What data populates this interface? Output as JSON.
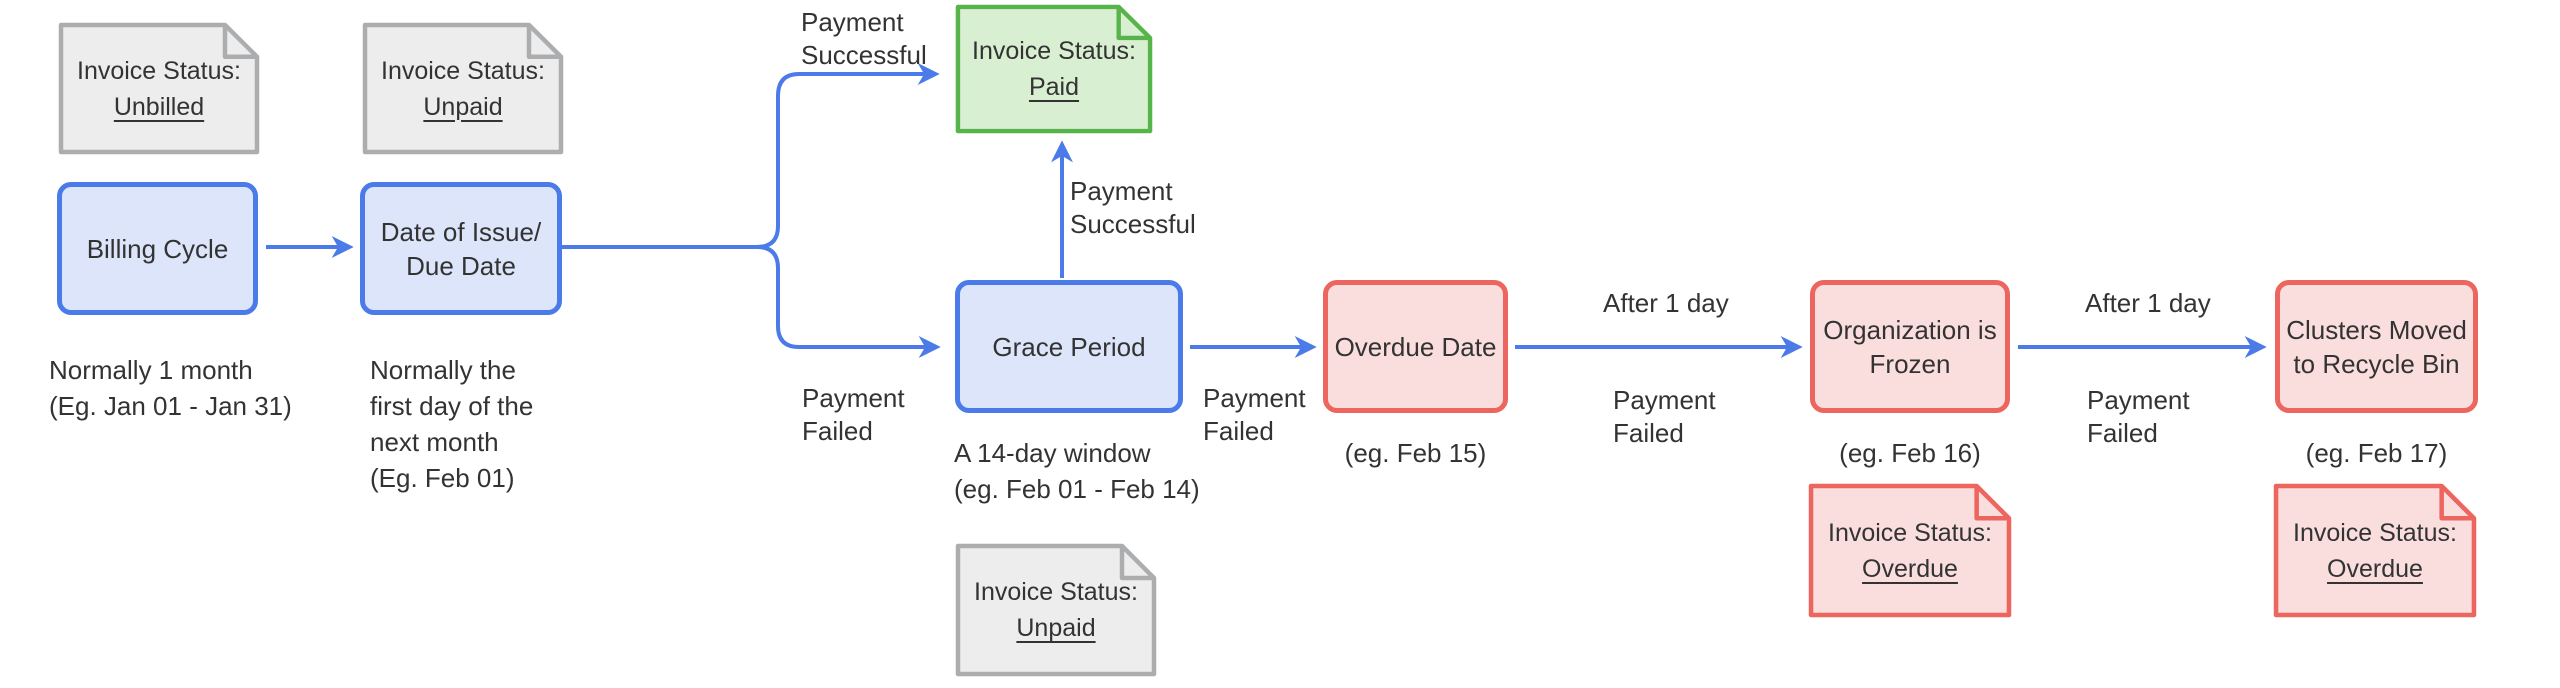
{
  "colors": {
    "arrow": "#4a7be8",
    "blue_border": "#4a7be8",
    "blue_fill": "#dce5fa",
    "red_border": "#ed655f",
    "red_fill": "#fadedd",
    "green_border": "#57b44a",
    "green_fill": "#d9efd2",
    "gray_border": "#acadaf",
    "gray_fill": "#ededee",
    "text": "#333333"
  },
  "notes": {
    "unbilled": {
      "label": "Invoice Status:",
      "status": "Unbilled"
    },
    "unpaid_top": {
      "label": "Invoice Status:",
      "status": "Unpaid"
    },
    "paid": {
      "label": "Invoice Status:",
      "status": "Paid"
    },
    "unpaid_bottom": {
      "label": "Invoice Status:",
      "status": "Unpaid"
    },
    "overdue_frozen": {
      "label": "Invoice Status:",
      "status": "Overdue"
    },
    "overdue_clusters": {
      "label": "Invoice Status:",
      "status": "Overdue"
    }
  },
  "nodes": {
    "billing_cycle": {
      "line1": "Billing Cycle"
    },
    "date_of_issue": {
      "line1": "Date of Issue/",
      "line2": "Due Date"
    },
    "grace_period": {
      "line1": "Grace Period"
    },
    "overdue_date": {
      "line1": "Overdue Date"
    },
    "org_frozen": {
      "line1": "Organization is",
      "line2": "Frozen"
    },
    "clusters_recycle": {
      "line1": "Clusters Moved",
      "line2": "to Recycle Bin"
    }
  },
  "captions": {
    "billing_cycle": {
      "line1": "Normally 1 month",
      "line2": "(Eg. Jan 01 - Jan 31)"
    },
    "date_of_issue": {
      "line1": "Normally the",
      "line2": "first day of the",
      "line3": "next month",
      "line4": "(Eg. Feb 01)"
    },
    "grace_period": {
      "line1": "A 14-day window",
      "line2": "(eg. Feb 01 - Feb 14)"
    },
    "overdue_date": {
      "line1": "(eg. Feb 15)"
    },
    "org_frozen": {
      "line1": "(eg. Feb 16)"
    },
    "clusters_recycle": {
      "line1": "(eg. Feb 17)"
    }
  },
  "edge_labels": {
    "to_paid_success": {
      "line1": "Payment",
      "line2": "Successful"
    },
    "to_grace_failed": {
      "line1": "Payment",
      "line2": "Failed"
    },
    "grace_to_paid_success": {
      "line1": "Payment",
      "line2": "Successful"
    },
    "grace_to_overdue_failed": {
      "line1": "Payment",
      "line2": "Failed"
    },
    "overdue_after_1_day": {
      "line1": "After 1 day"
    },
    "overdue_payment_failed": {
      "line1": "Payment",
      "line2": "Failed"
    },
    "frozen_after_1_day": {
      "line1": "After 1 day"
    },
    "frozen_payment_failed": {
      "line1": "Payment",
      "line2": "Failed"
    }
  }
}
